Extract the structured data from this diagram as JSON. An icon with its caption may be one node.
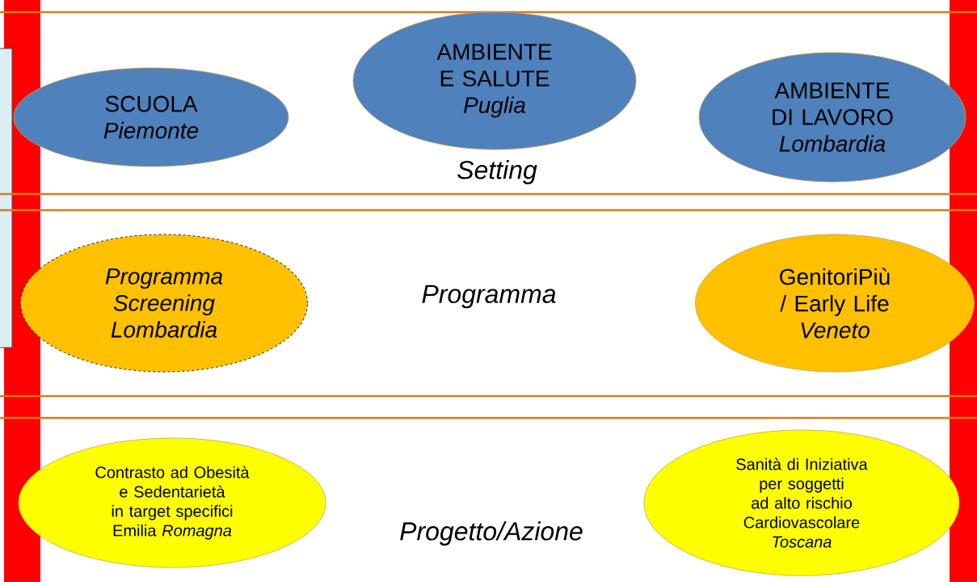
{
  "diagram": {
    "nodes": [
      {
        "text": [
          "SCUOLA",
          "Piemonte"
        ]
      },
      {
        "text": [
          "AMBIENTE E SALUTE",
          "Puglia"
        ]
      },
      {
        "text": [
          "AMBIENTE DI LAVORO",
          "Lombardia"
        ]
      },
      {
        "text": [
          "Programma Screening Lombardia"
        ]
      },
      {
        "text": [
          "GenitoriPiù / Early Life",
          "Veneto"
        ]
      },
      {
        "text": [
          "Contrasto ad Obesità e Sedentarietà in target specifici",
          "Emilia *Romagna*"
        ]
      },
      {
        "text": [
          "Sanità di Iniziativa per soggetti ad alto rischio Cardiovascolare",
          "Toscana"
        ]
      }
    ],
    "labels": [
      "Setting",
      "Programma",
      "Progetto/Azione"
    ]
  }
}
